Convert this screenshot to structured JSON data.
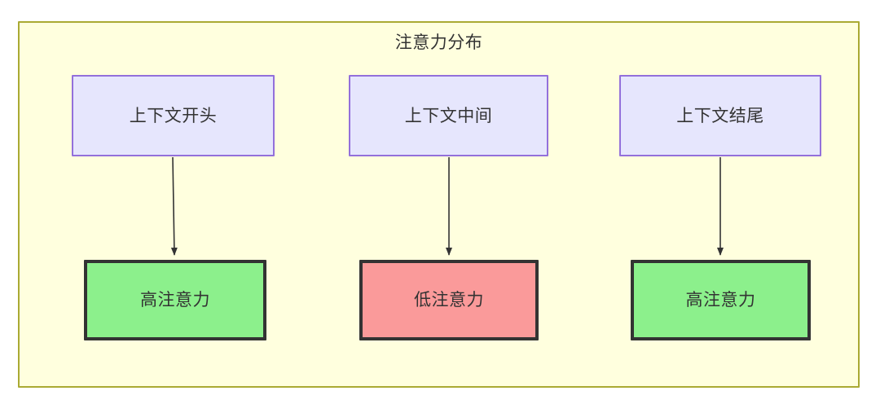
{
  "diagram": {
    "title": "注意力分布",
    "container_label": "注意力分布",
    "colors": {
      "container_fill": "#ffffde",
      "container_border": "#aaaa33",
      "context_fill": "#e6e6fd",
      "context_border": "#9370db",
      "high_attention_fill": "#8cf08c",
      "low_attention_fill": "#fa9a9a",
      "node_border": "#333333",
      "edge": "#333333",
      "text": "#333333"
    },
    "context_nodes": [
      {
        "label": "上下文开头"
      },
      {
        "label": "上下文中间"
      },
      {
        "label": "上下文结尾"
      }
    ],
    "attention_nodes": [
      {
        "label": "高注意力",
        "level": "high"
      },
      {
        "label": "低注意力",
        "level": "low"
      },
      {
        "label": "高注意力",
        "level": "high"
      }
    ],
    "edges": [
      {
        "from": "上下文开头",
        "to": "高注意力"
      },
      {
        "from": "上下文中间",
        "to": "低注意力"
      },
      {
        "from": "上下文结尾",
        "to": "高注意力"
      }
    ]
  }
}
